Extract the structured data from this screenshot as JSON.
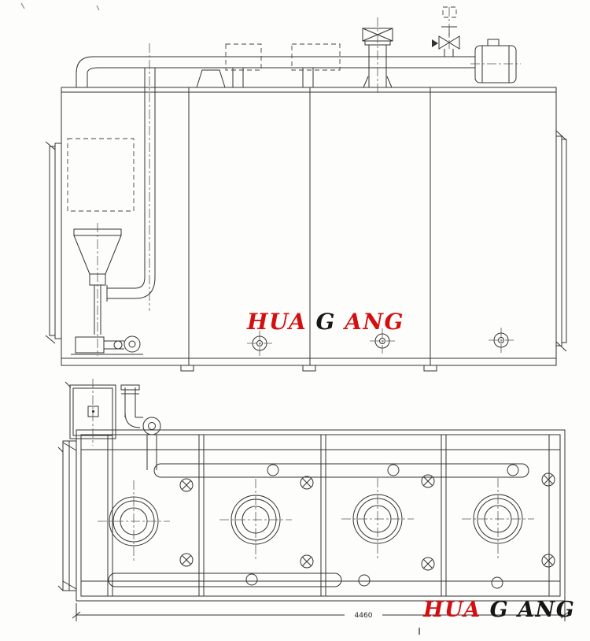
{
  "colors": {
    "paper": "#fdfdfb",
    "line": "#333333",
    "logo_red": "#d40f12",
    "logo_black": "#161616"
  },
  "logos": {
    "top": {
      "segments": [
        {
          "text": "HUA",
          "color": "#d40f12"
        },
        {
          "text": "G",
          "color": "#161616"
        },
        {
          "text": "ANG",
          "color": "#d40f12"
        }
      ]
    },
    "bottom": {
      "segments": [
        {
          "text": "HUA",
          "color": "#d40f12"
        },
        {
          "text": "G",
          "color": "#161616"
        },
        {
          "text": "ANG",
          "color": "#161616"
        }
      ]
    }
  },
  "dimension": {
    "overall_length": "4460"
  }
}
